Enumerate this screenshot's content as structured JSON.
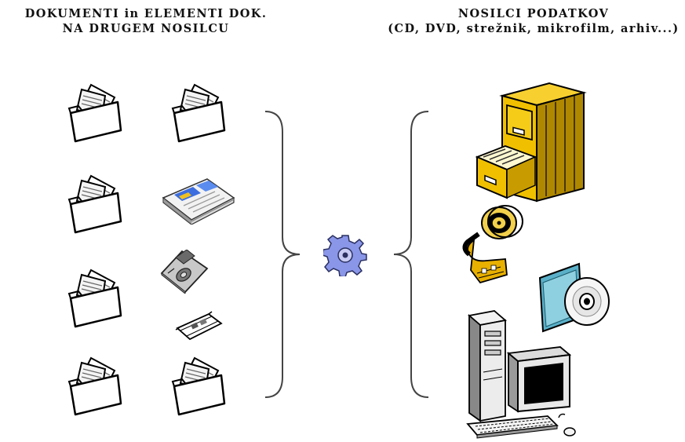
{
  "left_heading": {
    "line1": "DOKUMENTI  in ELEMENTI DOK.",
    "line2": "NA DRUGEM NOSILCU"
  },
  "right_heading": {
    "line1": "NOSILCI PODATKOV",
    "line2": "(CD, DVD, strežnik, mikrofilm, arhiv...)"
  },
  "icons": {
    "documents": [
      "folder-icon",
      "folder-icon",
      "folder-icon",
      "folder-icon",
      "folder-icon",
      "folder-icon"
    ],
    "document_elements": [
      "paper-stack-icon",
      "floppy-disk-icon",
      "film-strip-icon"
    ],
    "process": "gear-icon",
    "carriers": [
      "file-cabinet-icon",
      "film-reel-icon",
      "cd-disc-icon",
      "computer-icon"
    ]
  },
  "colors": {
    "line": "#000000",
    "bracket": "#444444",
    "cabinet": "#f0c000",
    "cabinet_shade": "#b08800",
    "gear": "#8a96e8",
    "film": "#e8b000",
    "cd_case": "#5ab0c8",
    "paper_accent": "#3c6ee0",
    "paper_yellow": "#f0c020"
  }
}
